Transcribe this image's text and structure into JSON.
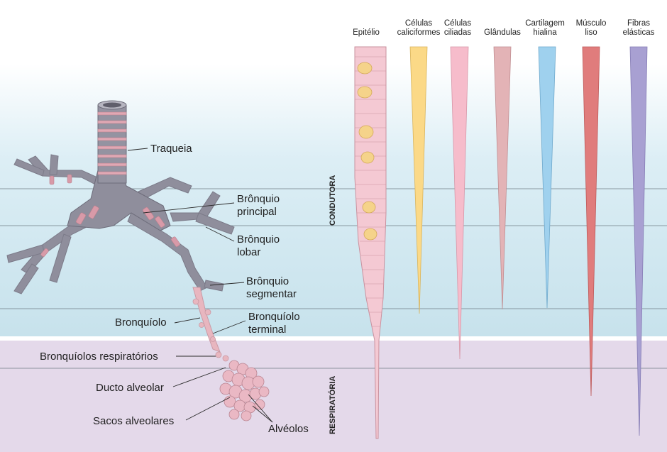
{
  "labels": {
    "traqueia": "Traqueia",
    "bronquio_principal_1": "Brônquio",
    "bronquio_principal_2": "principal",
    "bronquio_lobar_1": "Brônquio",
    "bronquio_lobar_2": "lobar",
    "bronquio_segmentar_1": "Brônquio",
    "bronquio_segmentar_2": "segmentar",
    "bronquiolo": "Bronquíolo",
    "bronquiolo_terminal_1": "Bronquíolo",
    "bronquiolo_terminal_2": "terminal",
    "bronquiolos_respiratorios": "Bronquíolos respiratórios",
    "ducto_alveolar": "Ducto alveolar",
    "sacos_alveolares": "Sacos alveolares",
    "alveolos": "Alvéolos"
  },
  "zones": {
    "conductive": "CONDUTORA",
    "respiratory": "RESPIRATÓRIA"
  },
  "columns": [
    {
      "line1": "",
      "line2": "Epitélio",
      "color": "#f4c9d3"
    },
    {
      "line1": "Células",
      "line2": "caliciformes",
      "color": "#fbd987"
    },
    {
      "line1": "Células",
      "line2": "ciliadas",
      "color": "#f6bccb"
    },
    {
      "line1": "",
      "line2": "Glândulas",
      "color": "#e3b3b6"
    },
    {
      "line1": "Cartilagem",
      "line2": "hialina",
      "color": "#9fd1ee"
    },
    {
      "line1": "Músculo",
      "line2": "liso",
      "color": "#e07c7c"
    },
    {
      "line1": "Fibras",
      "line2": "elásticas",
      "color": "#a8a0d2"
    }
  ],
  "colors": {
    "conductive_bg": "#cfe6ef",
    "respiratory_bg": "#e6dcec",
    "airway": "#8f8e9c",
    "airway_ring": "#d99aa8",
    "bronchiole": "#e8b6bf",
    "alveoli": "#eab8c4"
  }
}
